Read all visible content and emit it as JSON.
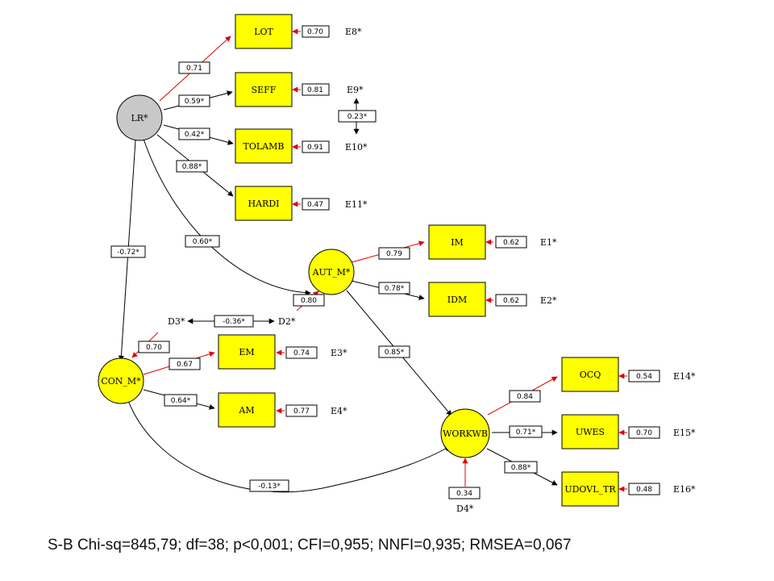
{
  "diagram": {
    "colors": {
      "observed_fill": "#ffff00",
      "latent_fill": "#ffff00",
      "exogenous_fill": "#c8c8c8",
      "error_arrow": "#e00000",
      "path": "#000000"
    },
    "latents": {
      "lr": "LR*",
      "aut": "AUT_M*",
      "con": "CON_M*",
      "workwb": "WORKWB"
    },
    "observed": {
      "lot": "LOT",
      "seff": "SEFF",
      "tolamb": "TOLAMB",
      "hardi": "HARDI",
      "im": "IM",
      "idm": "IDM",
      "em": "EM",
      "am": "AM",
      "ocq": "OCQ",
      "uwes": "UWES",
      "udovl": "UDOVL_TR"
    },
    "errors": {
      "e8": "E8*",
      "e9": "E9*",
      "e10": "E10*",
      "e11": "E11*",
      "e1": "E1*",
      "e2": "E2*",
      "e3": "E3*",
      "e4": "E4*",
      "e14": "E14*",
      "e15": "E15*",
      "e16": "E16*",
      "d2": "D2*",
      "d3": "D3*",
      "d4": "D4*"
    },
    "error_loadings": {
      "lot": "0.70",
      "seff": "0.81",
      "tolamb": "0.91",
      "hardi": "0.47",
      "im": "0.62",
      "idm": "0.62",
      "em": "0.74",
      "am": "0.77",
      "ocq": "0.54",
      "uwes": "0.70",
      "udovl": "0.48"
    },
    "loadings": {
      "lr_lot": "0.71",
      "lr_seff": "0.59*",
      "lr_tolamb": "0.42*",
      "lr_hardi": "0.88*",
      "aut_im": "0.79",
      "aut_idm": "0.78*",
      "con_em": "0.67",
      "con_am": "0.64*",
      "workwb_ocq": "0.84",
      "workwb_uwes": "0.71*",
      "workwb_udovl": "0.88*"
    },
    "paths": {
      "lr_con": "-0.72*",
      "lr_aut": "0.60*",
      "aut_workwb": "0.85*",
      "con_workwb": "-0.13*",
      "d2_aut": "0.80",
      "d3_con": "0.70",
      "d4_workwb": "0.34"
    },
    "covariances": {
      "e9_e10": "0.23*",
      "d3_d2": "-0.36*"
    }
  },
  "fit_statistics": "S-B Chi-sq=845,79; df=38; p<0,001; CFI=0,955; NNFI=0,935; RMSEA=0,067"
}
